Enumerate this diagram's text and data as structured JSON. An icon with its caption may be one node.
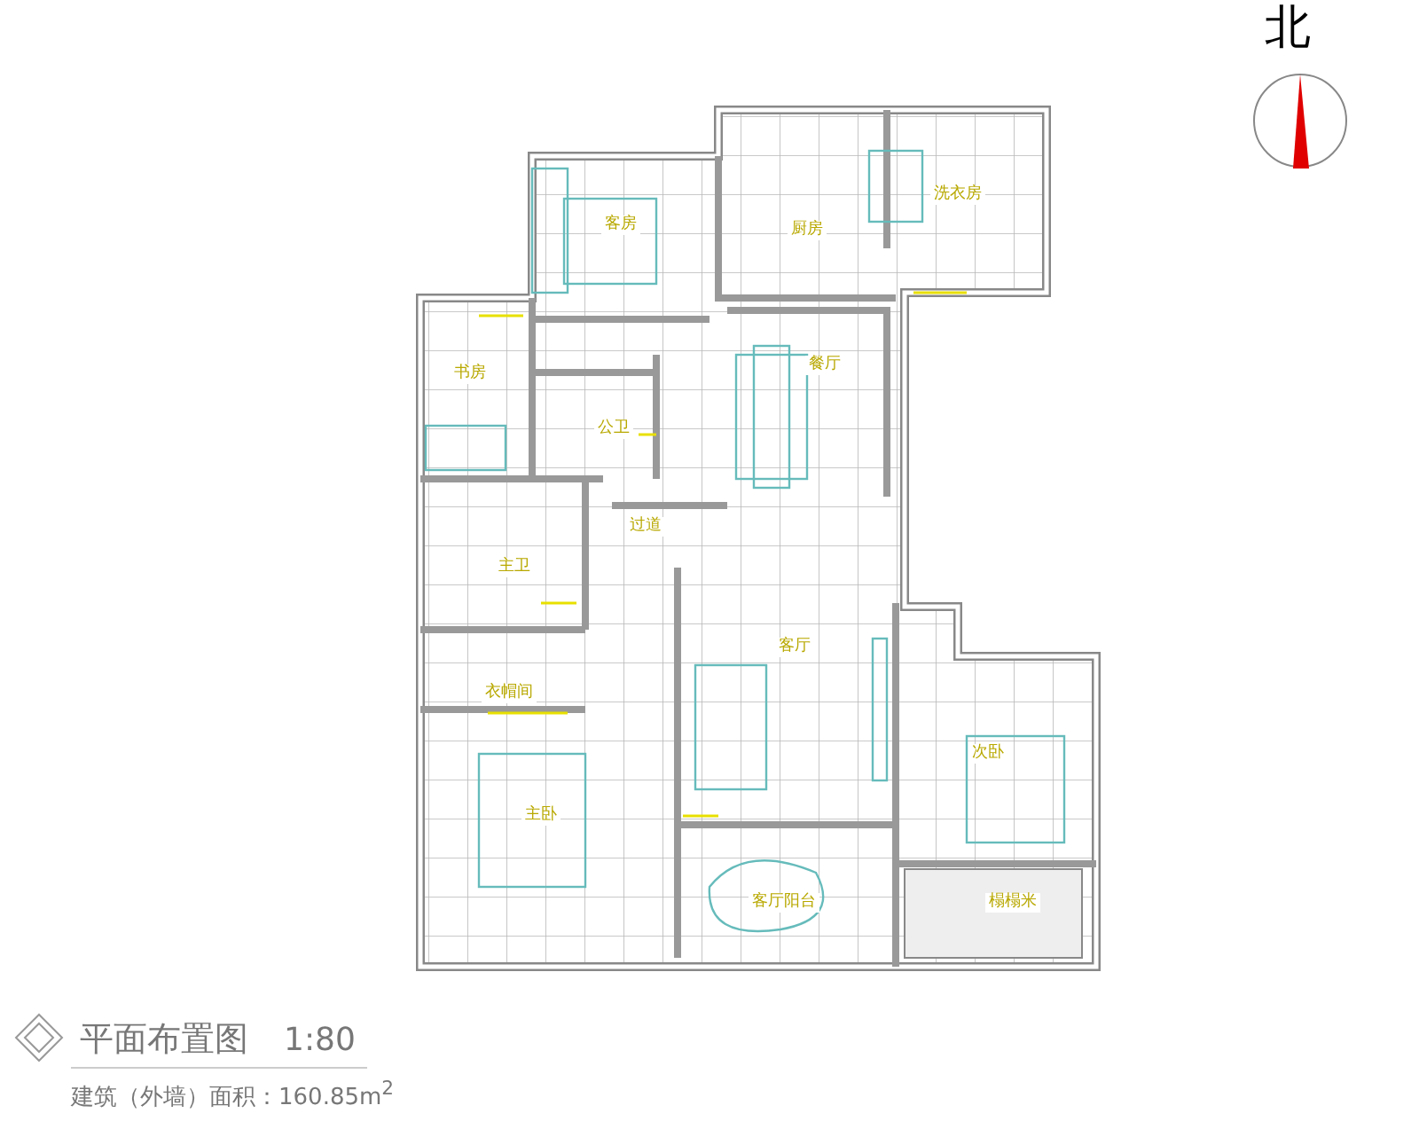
{
  "diagram": {
    "title": "平面布置图",
    "labels": [
      "北",
      "洗衣房",
      "客房",
      "厨房",
      "餐厅",
      "书房",
      "公卫",
      "过道",
      "主卫",
      "客厅",
      "衣帽间",
      "次卧",
      "主卧",
      "客厅阳台",
      "榻榻米",
      "1:80",
      "建筑（外墙）面积：160.85m$^{2}$"
    ]
  }
}
